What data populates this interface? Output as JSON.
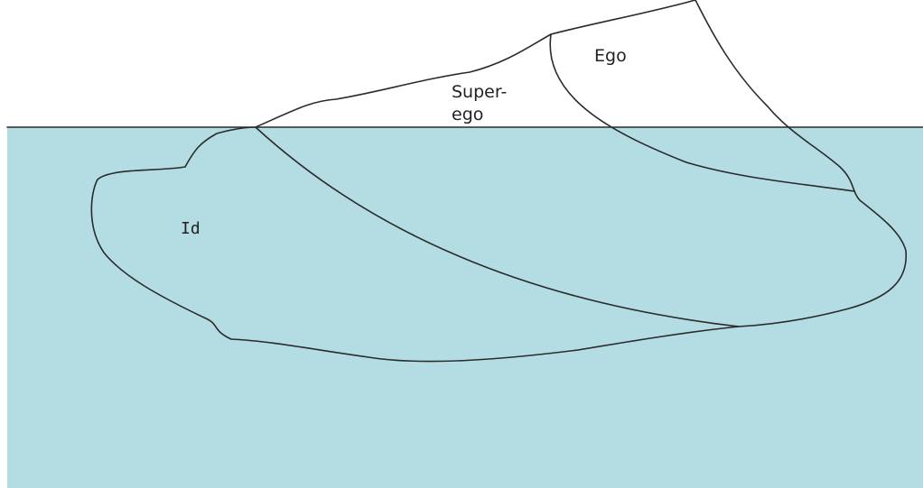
{
  "colors": {
    "water": "#b3dde3",
    "background": "#ffffff",
    "outline": "#2a2a2a"
  },
  "regions": {
    "ego": {
      "label": "Ego"
    },
    "superego": {
      "label_line1": "Super-",
      "label_line2": "ego"
    },
    "id": {
      "label": "Id"
    }
  }
}
